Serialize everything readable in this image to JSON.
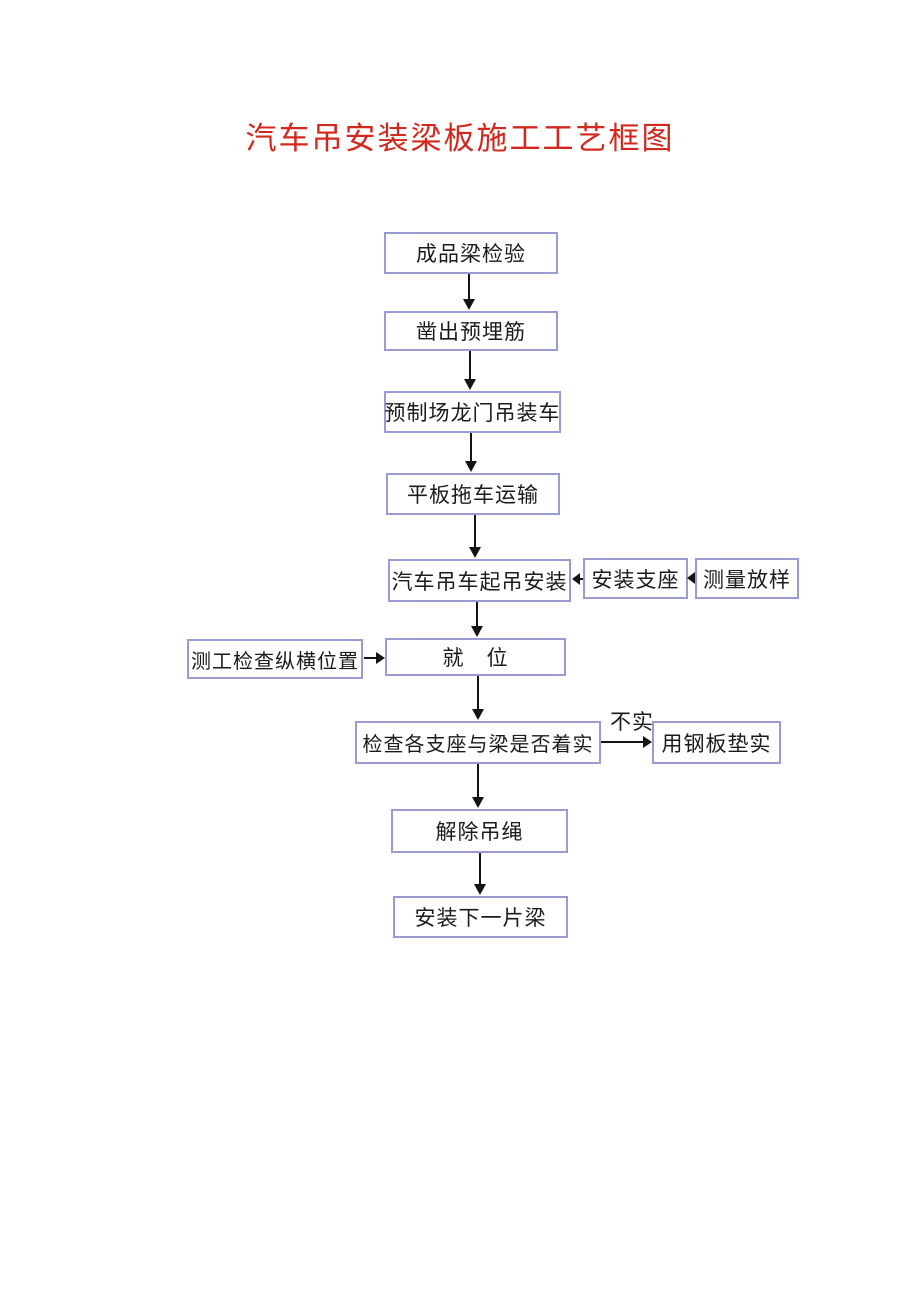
{
  "title": {
    "text": "汽车吊安装梁板施工工艺框图",
    "color": "#d2281e"
  },
  "flowchart": {
    "box_border_color": "#9b9bd3",
    "arrow_color": "#141414",
    "nodes": [
      {
        "id": "finished-beam-inspection",
        "label": "成品梁检验"
      },
      {
        "id": "chisel-out-embedded-bars",
        "label": "凿出预埋筋"
      },
      {
        "id": "precast-yard-gantry-loading",
        "label": "预制场龙门吊装车"
      },
      {
        "id": "flatbed-trailer-transport",
        "label": "平板拖车运输"
      },
      {
        "id": "truck-crane-lift-install",
        "label": "汽车吊车起吊安装"
      },
      {
        "id": "install-bearing",
        "label": "安装支座"
      },
      {
        "id": "survey-setting-out",
        "label": "测量放样"
      },
      {
        "id": "surveyor-check-position",
        "label": "测工检查纵横位置"
      },
      {
        "id": "in-place",
        "label": "就　位"
      },
      {
        "id": "check-bearings-seated",
        "label": "检查各支座与梁是否着实"
      },
      {
        "id": "pad-with-steel-plate",
        "label": "用钢板垫实"
      },
      {
        "id": "release-sling",
        "label": "解除吊绳"
      },
      {
        "id": "install-next-beam",
        "label": "安装下一片梁"
      }
    ],
    "edge_labels": {
      "not_seated": "不实"
    }
  }
}
